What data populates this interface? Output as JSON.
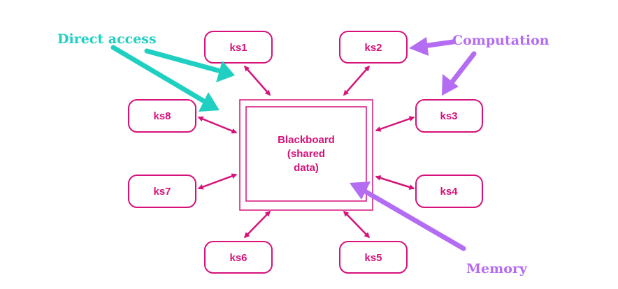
{
  "diagram": {
    "blackboard": {
      "lines": [
        "Blackboard",
        "(shared",
        "data)"
      ]
    },
    "knowledge_sources": [
      {
        "id": "ks1",
        "label": "ks1"
      },
      {
        "id": "ks2",
        "label": "ks2"
      },
      {
        "id": "ks3",
        "label": "ks3"
      },
      {
        "id": "ks4",
        "label": "ks4"
      },
      {
        "id": "ks5",
        "label": "ks5"
      },
      {
        "id": "ks6",
        "label": "ks6"
      },
      {
        "id": "ks7",
        "label": "ks7"
      },
      {
        "id": "ks8",
        "label": "ks8"
      }
    ],
    "annotations": {
      "direct_access": "Direct access",
      "computation": "Computation",
      "memory": "Memory"
    },
    "colors": {
      "magenta": "#d6127a",
      "teal": "#1fd0c2",
      "purple": "#b46cf2"
    }
  }
}
